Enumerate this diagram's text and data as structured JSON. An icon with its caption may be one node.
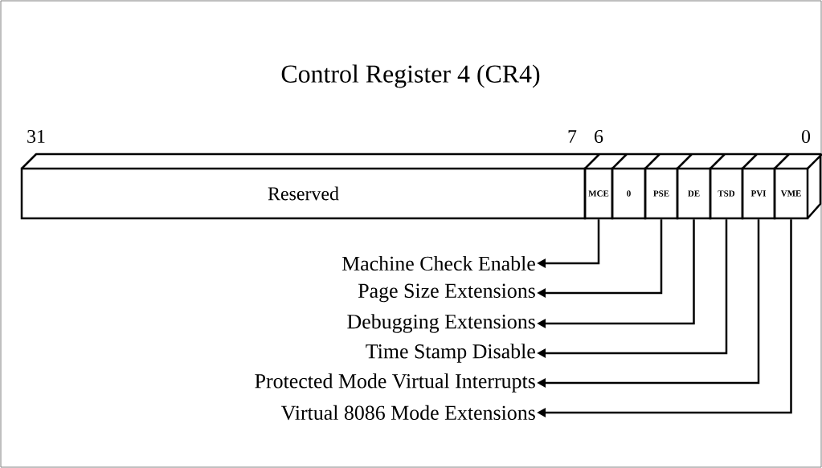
{
  "diagram": {
    "title": "Control Register 4 (CR4)",
    "nodes": [
      {
        "text": [
          "Reserved"
        ]
      },
      {
        "text": [
          "MCE"
        ]
      },
      {
        "text": [
          "0"
        ]
      },
      {
        "text": [
          "PSE"
        ]
      },
      {
        "text": [
          "DE"
        ]
      },
      {
        "text": [
          "TSD"
        ]
      },
      {
        "text": [
          "PVI"
        ]
      },
      {
        "text": [
          "VME"
        ]
      },
      {
        "text": [
          "Machine Check Enable"
        ]
      },
      {
        "text": [
          "Page Size Extensions"
        ]
      },
      {
        "text": [
          "Debugging Extensions"
        ]
      },
      {
        "text": [
          "Time Stamp Disable"
        ]
      },
      {
        "text": [
          "Protected Mode Virtual Interrupts"
        ]
      },
      {
        "text": [
          "Virtual 8086 Mode Extensions"
        ]
      }
    ],
    "edges": [
      {
        "from": 1,
        "to": 8,
        "arrow": "to"
      },
      {
        "from": 3,
        "to": 9,
        "arrow": "to"
      },
      {
        "from": 4,
        "to": 10,
        "arrow": "to"
      },
      {
        "from": 5,
        "to": 11,
        "arrow": "to"
      },
      {
        "from": 6,
        "to": 12,
        "arrow": "to"
      },
      {
        "from": 7,
        "to": 13,
        "arrow": "to"
      }
    ],
    "labels": [
      "31",
      "7",
      "6",
      "0"
    ]
  }
}
